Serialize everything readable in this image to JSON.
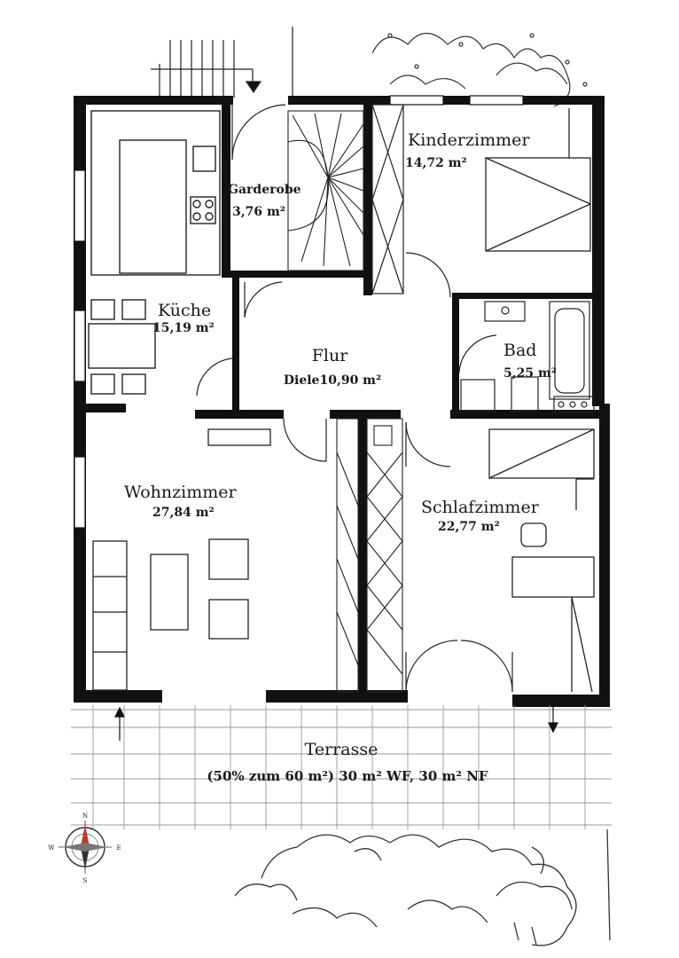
{
  "rooms": {
    "kinderzimmer": {
      "name": "Kinderzimmer",
      "area": "14,72 m²"
    },
    "garderobe": {
      "name": "Garderobe",
      "area": "3,76 m²"
    },
    "kueche": {
      "name": "Küche",
      "area": "15,19 m²"
    },
    "flur": {
      "name": "Flur",
      "area": "Diele10,90 m²"
    },
    "bad": {
      "name": "Bad",
      "area": "5,25 m²"
    },
    "wohnzimmer": {
      "name": "Wohnzimmer",
      "area": "27,84 m²"
    },
    "schlafzimmer": {
      "name": "Schlafzimmer",
      "area": "22,77 m²"
    }
  },
  "terrasse": {
    "name": "Terrasse",
    "note": "(50% zum 60 m²) 30 m² WF, 30 m² NF"
  },
  "compass": {
    "n": "N",
    "s": "S",
    "w": "W",
    "e": "E"
  },
  "colors": {
    "wall": "#111111",
    "line": "#222222",
    "compass_red": "#c0392b"
  }
}
